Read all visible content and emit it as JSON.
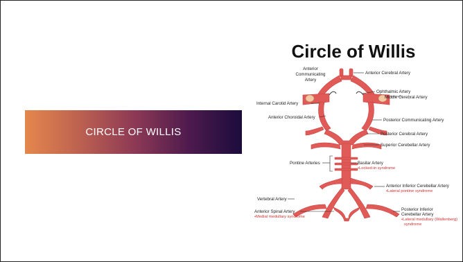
{
  "slide": {
    "title": "CIRCLE OF WILLIS"
  },
  "diagram": {
    "title": "Circle of Willis",
    "labels": {
      "anterior_communicating_1": "Anterior",
      "anterior_communicating_2": "Communicating",
      "anterior_communicating_3": "Artery",
      "anterior_cerebral": "Anterior Cerebral Artery",
      "ophthalmic": "Ophthalmic Artery",
      "middle_cerebral": "Middle Cerebral Artery",
      "internal_carotid": "Internal Carotid Artery",
      "anterior_choroidal": "Anterior Choroidal Artery",
      "posterior_communicating": "Posterior Communicating Artery",
      "posterior_cerebral": "Posterior Cerebral Artery",
      "superior_cerebellar": "Superior Cerebellar Artery",
      "pontine": "Pontine Arteries",
      "basilar": "Basilar Artery",
      "locked_in": "•Locked-in syndrome",
      "aica": "Anterior Inferior Cerebellar Artery",
      "lateral_pontine": "•Lateral pontine syndrome",
      "vertebral": "Vertebral Artery",
      "anterior_spinal": "Anterior Spinal Artery",
      "medial_medullary": "•Medial medullary syndrome",
      "pica_1": "Posterior Inferior",
      "pica_2": "Cerebellar Artery",
      "lateral_medullary_1": "•Lateral medullary (Wallenberg)",
      "lateral_medullary_2": "syndrome"
    }
  },
  "colors": {
    "artery": "#e05a57",
    "artery_dark": "#c94340",
    "gradient_start": "#e4874d",
    "gradient_end": "#1b0c3c",
    "syndrome": "#d32f2f"
  }
}
